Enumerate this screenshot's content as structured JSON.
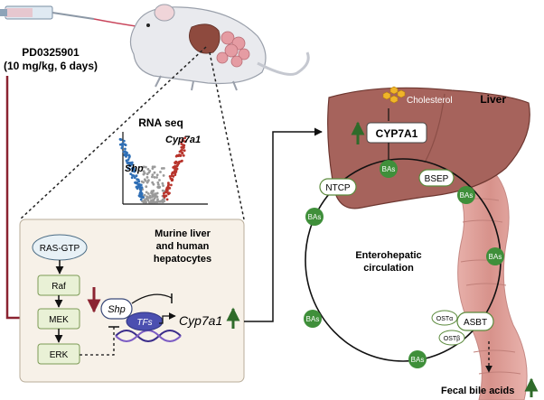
{
  "treatment": {
    "drug": "PD0325901",
    "dose": "(10 mg/kg, 6 days)"
  },
  "rnaseq": {
    "title": "RNA seq",
    "shp_label": "Shp",
    "cyp_label": "Cyp7a1"
  },
  "pathway_panel": {
    "title_line1": "Murine liver",
    "title_line2": "and human",
    "title_line3": "hepatocytes",
    "ras": "RAS-GTP",
    "raf": "Raf",
    "mek": "MEK",
    "erk": "ERK",
    "shp": "Shp",
    "tfs": "TFs",
    "cyp7a1": "Cyp7a1"
  },
  "liver": {
    "label": "Liver",
    "cholesterol": "Cholesterol",
    "enzyme": "CYP7A1"
  },
  "circulation": {
    "title_line1": "Enterohepatic",
    "title_line2": "circulation",
    "bas": "BAs",
    "ntcp": "NTCP",
    "bsep": "BSEP",
    "asbt": "ASBT",
    "osta": "OSTα",
    "ostb": "OSTβ"
  },
  "output": {
    "fecal": "Fecal bile acids"
  },
  "colors": {
    "inhibit": "#8b2331",
    "up_arrow": "#2f6b2a",
    "bas_fill": "#3f8f3a",
    "liver_fill": "#a6635c",
    "panel_fill": "#f7f1e8",
    "node_fill": "#e9f1d6",
    "tfs_fill": "#4b4fb0",
    "dna": "#3a2c8a"
  }
}
